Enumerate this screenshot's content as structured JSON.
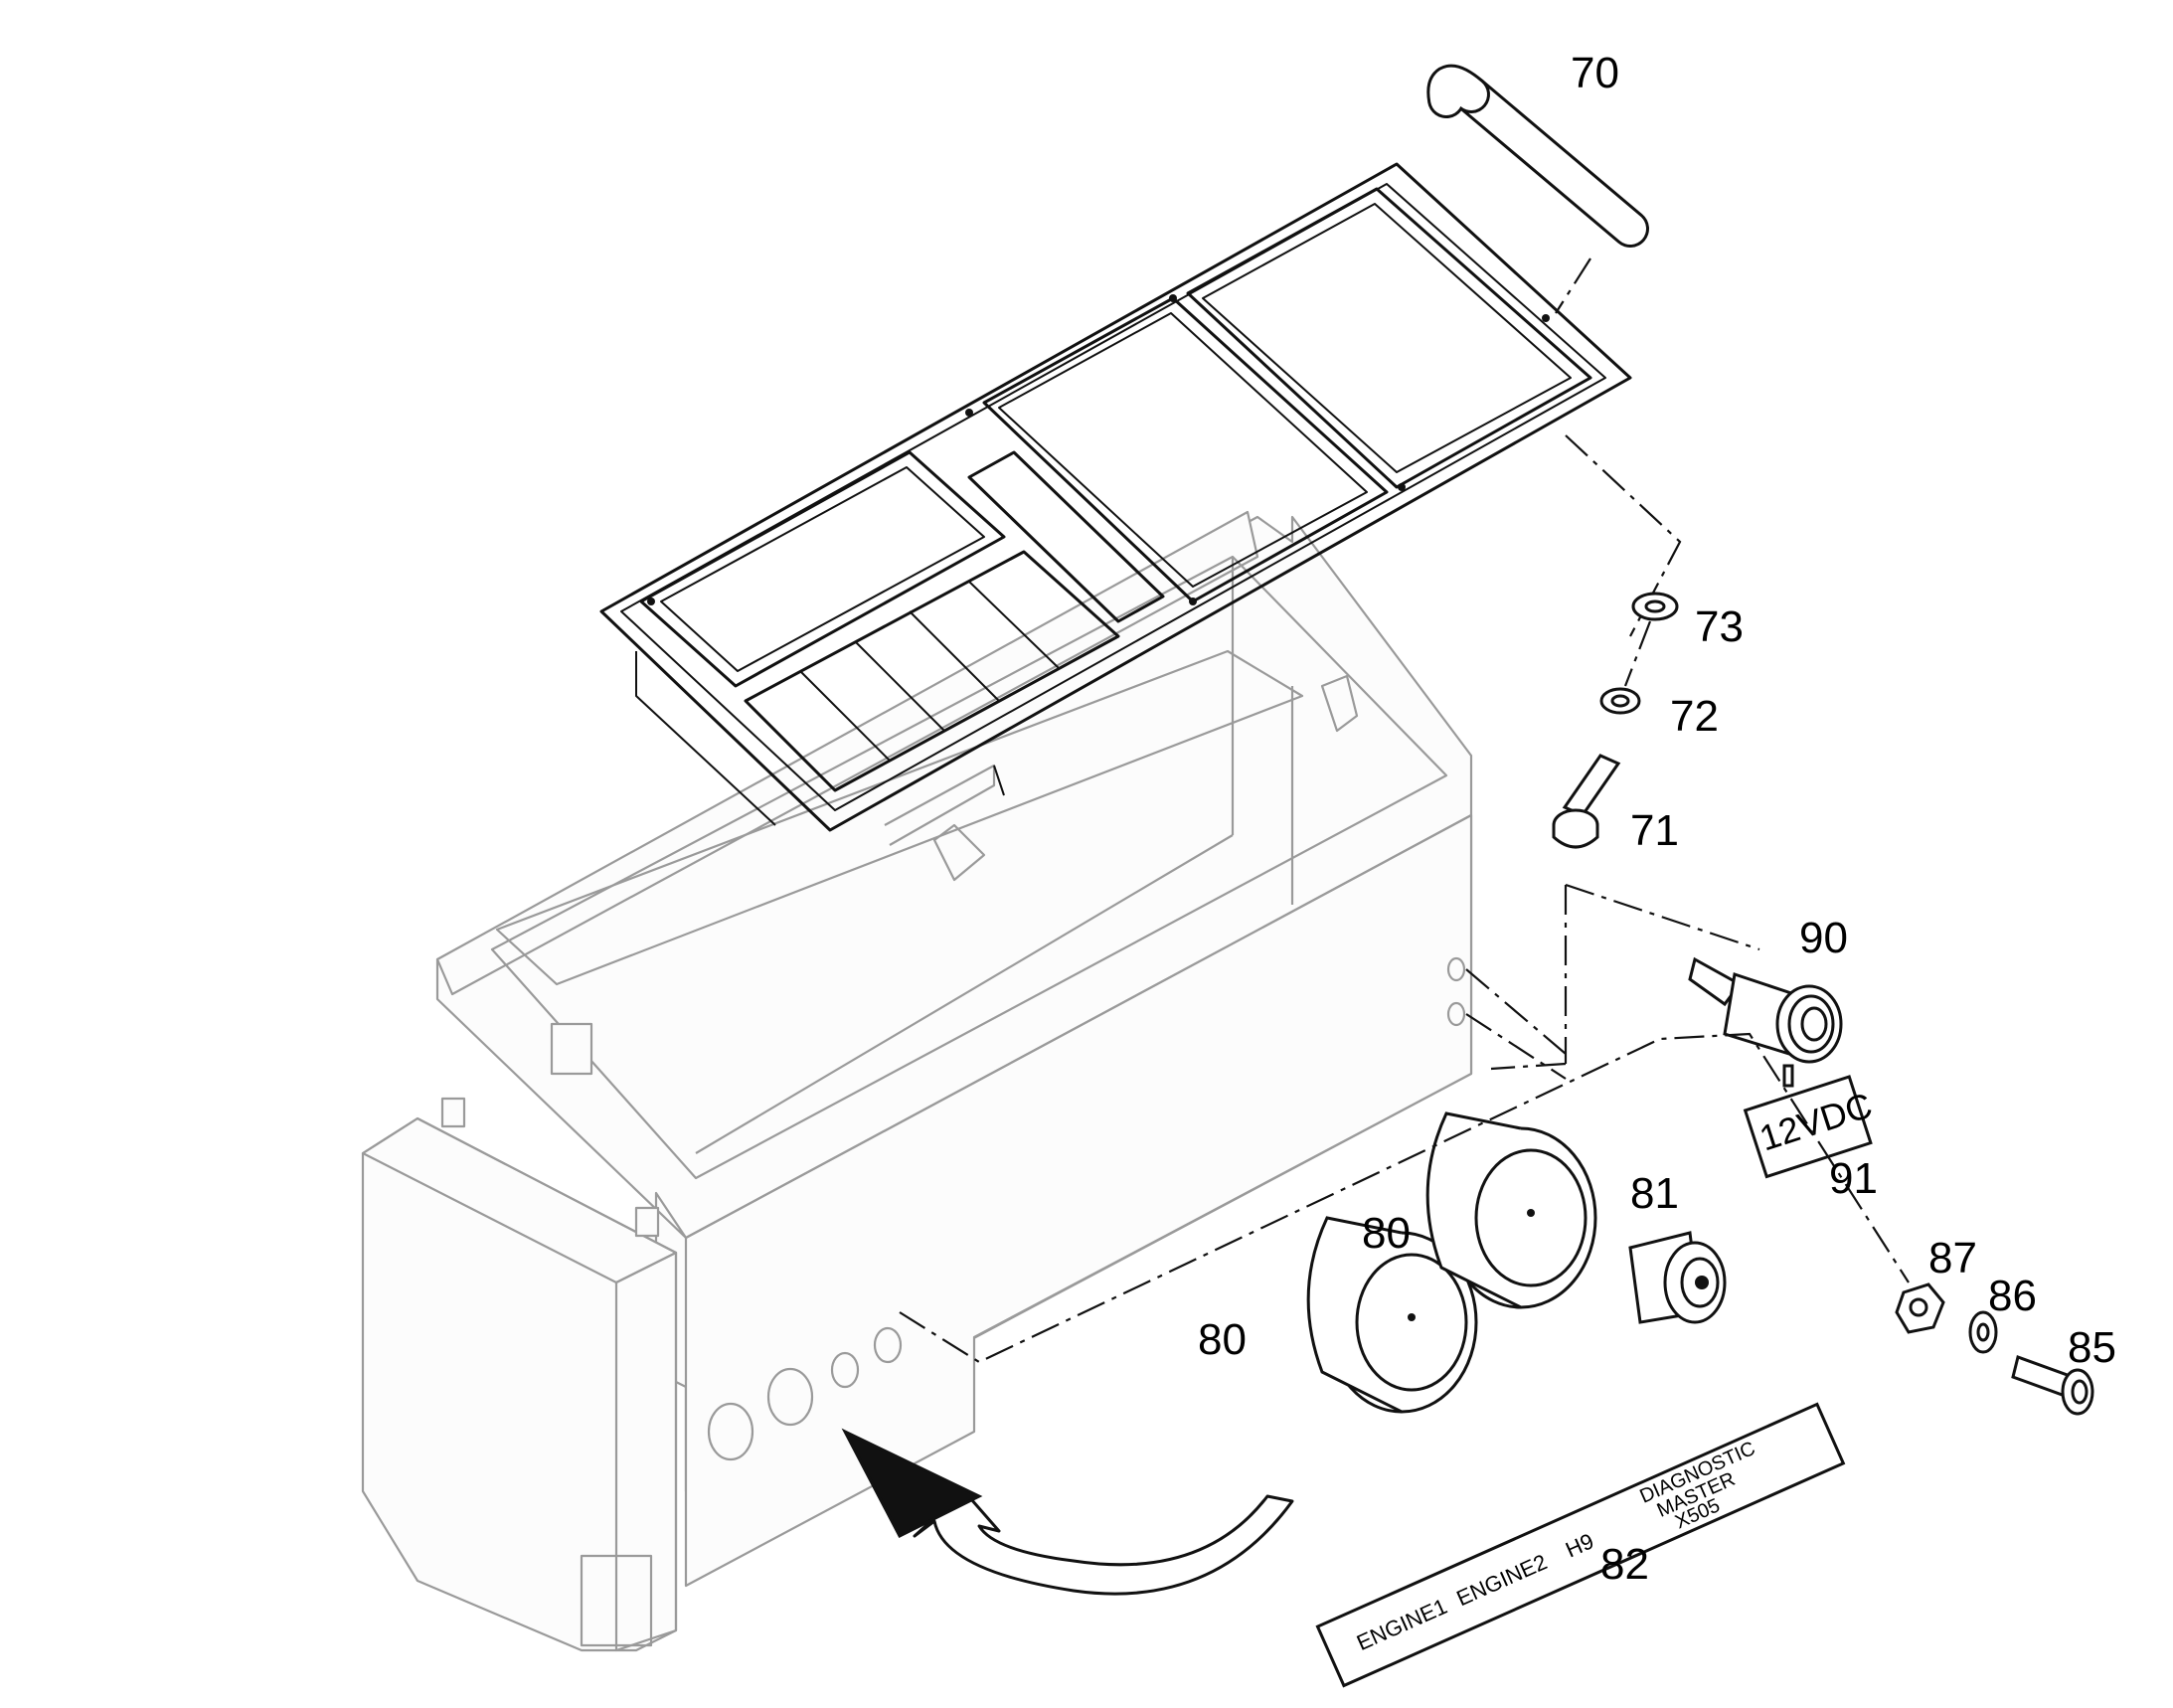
{
  "callouts": {
    "c70": "70",
    "c73": "73",
    "c72": "72",
    "c71": "71",
    "c90": "90",
    "c91": "91",
    "c81": "81",
    "c80a": "80",
    "c80b": "80",
    "c87": "87",
    "c86": "86",
    "c85": "85",
    "c82": "82"
  },
  "decal_91": {
    "main": "12VDC"
  },
  "decal_82": {
    "labels": [
      "ENGINE1",
      "ENGINE2",
      "H9",
      "DIAGNOSTIC",
      "MASTER",
      "X505"
    ]
  },
  "icons": [
    "handle-icon",
    "gauge-icon",
    "buzzer-icon",
    "socket-icon",
    "bolt-icon",
    "nut-icon",
    "washer-icon",
    "curved-arrow-icon"
  ],
  "colors": {
    "line": "#111111",
    "housing": "#9a9a9a",
    "background": "#ffffff"
  }
}
